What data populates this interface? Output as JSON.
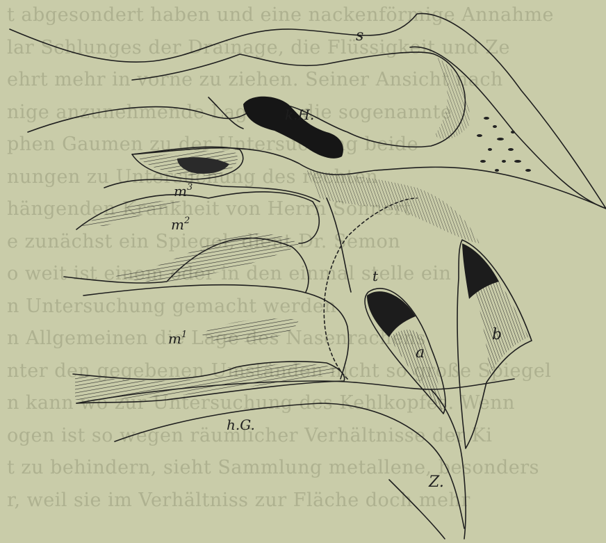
{
  "figure": {
    "labels": {
      "s": "s",
      "kH": "k.H.",
      "m3_base": "m",
      "m3_sup": "3",
      "m2_base": "m",
      "m2_sup": "2",
      "m1_base": "m",
      "m1_sup": "1",
      "t": "t",
      "a": "a",
      "b": "b",
      "hG": "h.G.",
      "Z": "Z."
    },
    "bleed_through_lines": [
      "t abgesondert haben und eine nackenförmige Annahme",
      "lar Schlunges der Drainage, die Flüssigkeit und Ze",
      "ehrt mehr in vorne zu ziehen. Seiner Ansicht nach",
      "nige anzunehmende Lage an, die sogenannte",
      "phen Gaumen zu der Untersuchung beide",
      "nungen zu Untersuchung des rechten",
      "hängenden Krankheit von Herrn Sonnert",
      "e zunächst ein Spiegel, dient Dr. Semon",
      "o weit ist einem oder in den einmal stelle ein",
      "n Untersuchung gemacht werden",
      "n Allgemeinen die Lage des Nasenrachens",
      "nter den gegebenen Umständen nicht so große Spiegel",
      "n kann wo zur Untersuchung des Kehlkopfes. Wenn",
      "ogen ist so wegen räumlicher Verhältnisse der Ki",
      "t zu behindern, sieht Sammlung metallene, besonders",
      "r, weil sie im Verhältniss zur Fläche doch mehr"
    ]
  }
}
